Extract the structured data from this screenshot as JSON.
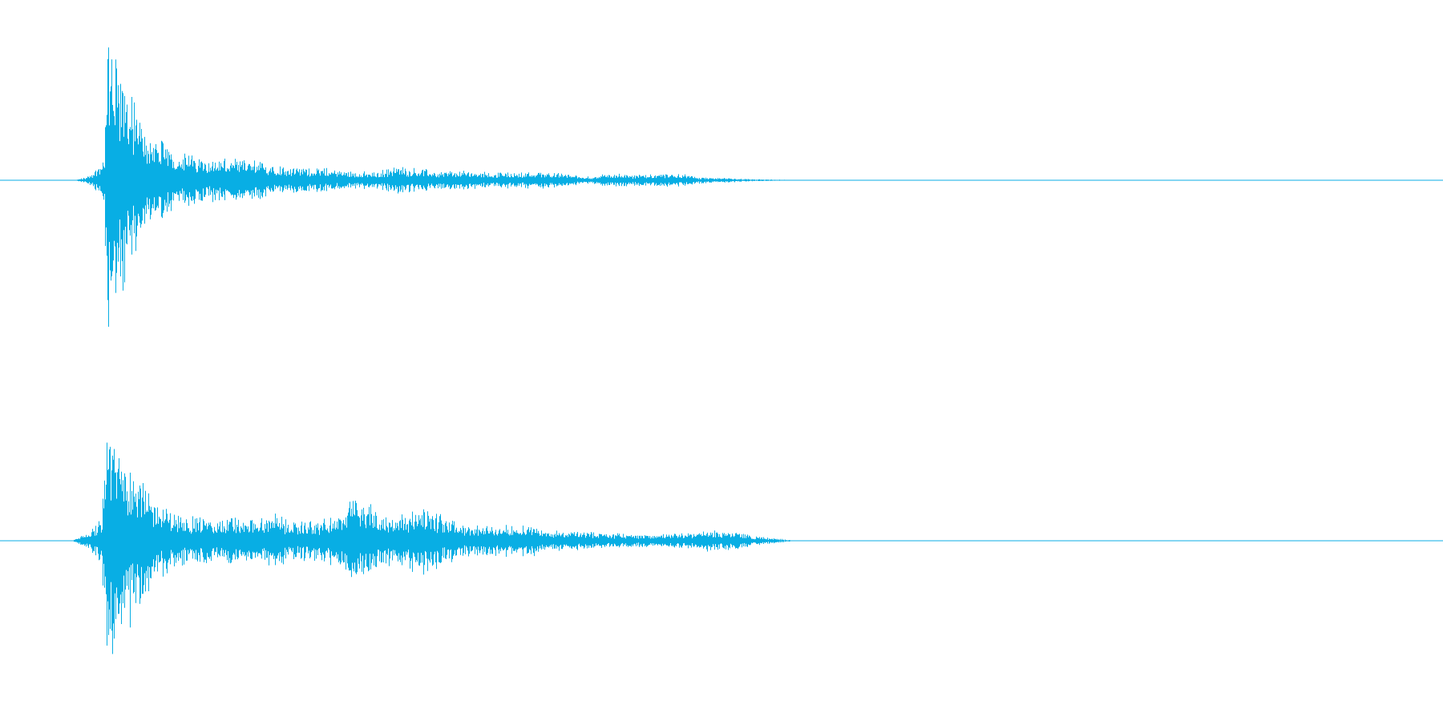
{
  "waveform": {
    "color": "#08aee4",
    "background": "#ffffff",
    "channels": [
      {
        "name": "channel-1",
        "envelope": [
          [
            0.0,
            0.0
          ],
          [
            0.052,
            0.0
          ],
          [
            0.055,
            0.01
          ],
          [
            0.06,
            0.02
          ],
          [
            0.067,
            0.08
          ],
          [
            0.072,
            0.15
          ],
          [
            0.074,
            0.95
          ],
          [
            0.076,
            0.85
          ],
          [
            0.08,
            0.8
          ],
          [
            0.085,
            0.7
          ],
          [
            0.09,
            0.55
          ],
          [
            0.095,
            0.42
          ],
          [
            0.1,
            0.33
          ],
          [
            0.11,
            0.26
          ],
          [
            0.12,
            0.2
          ],
          [
            0.13,
            0.17
          ],
          [
            0.15,
            0.14
          ],
          [
            0.18,
            0.12
          ],
          [
            0.2,
            0.09
          ],
          [
            0.22,
            0.08
          ],
          [
            0.24,
            0.06
          ],
          [
            0.26,
            0.05
          ],
          [
            0.275,
            0.09
          ],
          [
            0.285,
            0.08
          ],
          [
            0.3,
            0.06
          ],
          [
            0.32,
            0.06
          ],
          [
            0.34,
            0.05
          ],
          [
            0.36,
            0.05
          ],
          [
            0.38,
            0.055
          ],
          [
            0.4,
            0.03
          ],
          [
            0.41,
            0.02
          ],
          [
            0.42,
            0.045
          ],
          [
            0.43,
            0.04
          ],
          [
            0.445,
            0.035
          ],
          [
            0.46,
            0.04
          ],
          [
            0.47,
            0.045
          ],
          [
            0.48,
            0.025
          ],
          [
            0.495,
            0.015
          ],
          [
            0.51,
            0.012
          ],
          [
            0.52,
            0.008
          ],
          [
            0.53,
            0.005
          ],
          [
            0.545,
            0.003
          ],
          [
            0.55,
            0.0
          ],
          [
            1.0,
            0.0
          ]
        ]
      },
      {
        "name": "channel-2",
        "envelope": [
          [
            0.0,
            0.0
          ],
          [
            0.05,
            0.0
          ],
          [
            0.053,
            0.02
          ],
          [
            0.058,
            0.05
          ],
          [
            0.065,
            0.1
          ],
          [
            0.07,
            0.2
          ],
          [
            0.074,
            0.95
          ],
          [
            0.077,
            0.85
          ],
          [
            0.082,
            0.75
          ],
          [
            0.09,
            0.65
          ],
          [
            0.098,
            0.5
          ],
          [
            0.105,
            0.35
          ],
          [
            0.115,
            0.25
          ],
          [
            0.125,
            0.2
          ],
          [
            0.14,
            0.18
          ],
          [
            0.15,
            0.15
          ],
          [
            0.16,
            0.2
          ],
          [
            0.17,
            0.15
          ],
          [
            0.18,
            0.17
          ],
          [
            0.19,
            0.2
          ],
          [
            0.2,
            0.15
          ],
          [
            0.22,
            0.15
          ],
          [
            0.235,
            0.2
          ],
          [
            0.245,
            0.35
          ],
          [
            0.255,
            0.28
          ],
          [
            0.265,
            0.2
          ],
          [
            0.28,
            0.22
          ],
          [
            0.295,
            0.25
          ],
          [
            0.305,
            0.2
          ],
          [
            0.32,
            0.13
          ],
          [
            0.335,
            0.11
          ],
          [
            0.35,
            0.12
          ],
          [
            0.365,
            0.13
          ],
          [
            0.38,
            0.08
          ],
          [
            0.4,
            0.07
          ],
          [
            0.42,
            0.06
          ],
          [
            0.44,
            0.05
          ],
          [
            0.46,
            0.05
          ],
          [
            0.48,
            0.06
          ],
          [
            0.49,
            0.08
          ],
          [
            0.5,
            0.07
          ],
          [
            0.51,
            0.08
          ],
          [
            0.52,
            0.04
          ],
          [
            0.535,
            0.02
          ],
          [
            0.545,
            0.01
          ],
          [
            0.55,
            0.0
          ],
          [
            1.0,
            0.0
          ]
        ]
      }
    ]
  }
}
